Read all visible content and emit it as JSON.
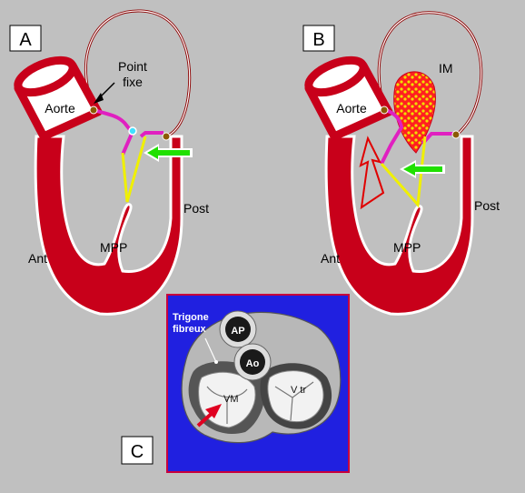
{
  "panels": {
    "a": {
      "letter": "A",
      "aorte": "Aorte",
      "point_fixe_1": "Point",
      "point_fixe_2": "fixe",
      "post": "Post",
      "mpp": "MPP",
      "ant": "Ant"
    },
    "b": {
      "letter": "B",
      "aorte": "Aorte",
      "im": "IM",
      "post": "Post",
      "mpp": "MPP",
      "ant": "Ant"
    },
    "c": {
      "letter": "C",
      "trigone_1": "Trigone",
      "trigone_2": "fibreux",
      "ap": "AP",
      "ao": "Ao",
      "vm": "VM",
      "vtr": "V tr"
    }
  },
  "colors": {
    "background": "#c0c0c0",
    "muscle": "#c8001a",
    "leaflet": "#e020c0",
    "chordae": "#f0f000",
    "arrow": "#20e000",
    "panel_c_bg": "#2020e0",
    "panel_c_border": "#c8003c",
    "fixed_point": "#8b5a00"
  }
}
